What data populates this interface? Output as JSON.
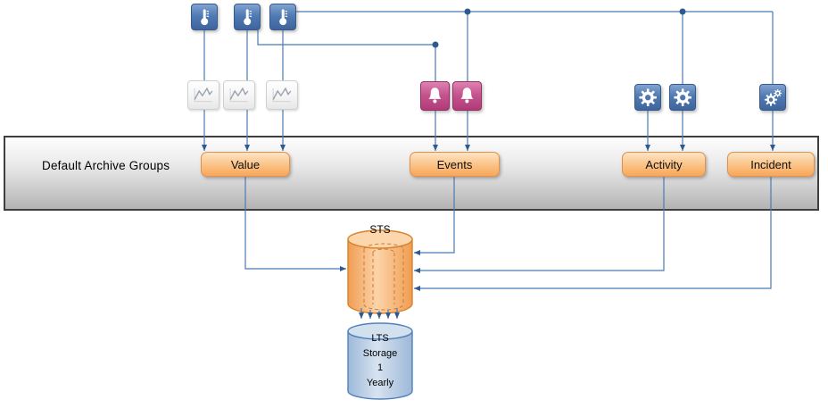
{
  "banner": {
    "label": "Default Archive Groups"
  },
  "groups": [
    {
      "label": "Value"
    },
    {
      "label": "Events"
    },
    {
      "label": "Activity"
    },
    {
      "label": "Incident"
    }
  ],
  "sts": {
    "label": "STS"
  },
  "lts": {
    "label": "LTS\nStorage\n1\nYearly"
  },
  "icons": {
    "value_sources": "thermometer-icon",
    "value_archive": "line-chart-icon",
    "events_archive": "alarm-bell-icon",
    "activity_archive": "gear-icon",
    "incident_archive": "double-gear-icon"
  },
  "colors": {
    "connector": "#4a7ab5",
    "junction_dot": "#2e5a8f",
    "group_button_top": "#fde4c8",
    "group_button_bottom": "#f8a65a",
    "group_button_border": "#e0914a",
    "sts_fill": "#f2a45c",
    "sts_border": "#d9822b",
    "lts_fill": "#9db8d8",
    "lts_border": "#4f81bd",
    "source_icon_blue": "#4f7ab3",
    "alarm_icon_pink": "#c5558e",
    "banner_border": "#3f3f3f"
  }
}
